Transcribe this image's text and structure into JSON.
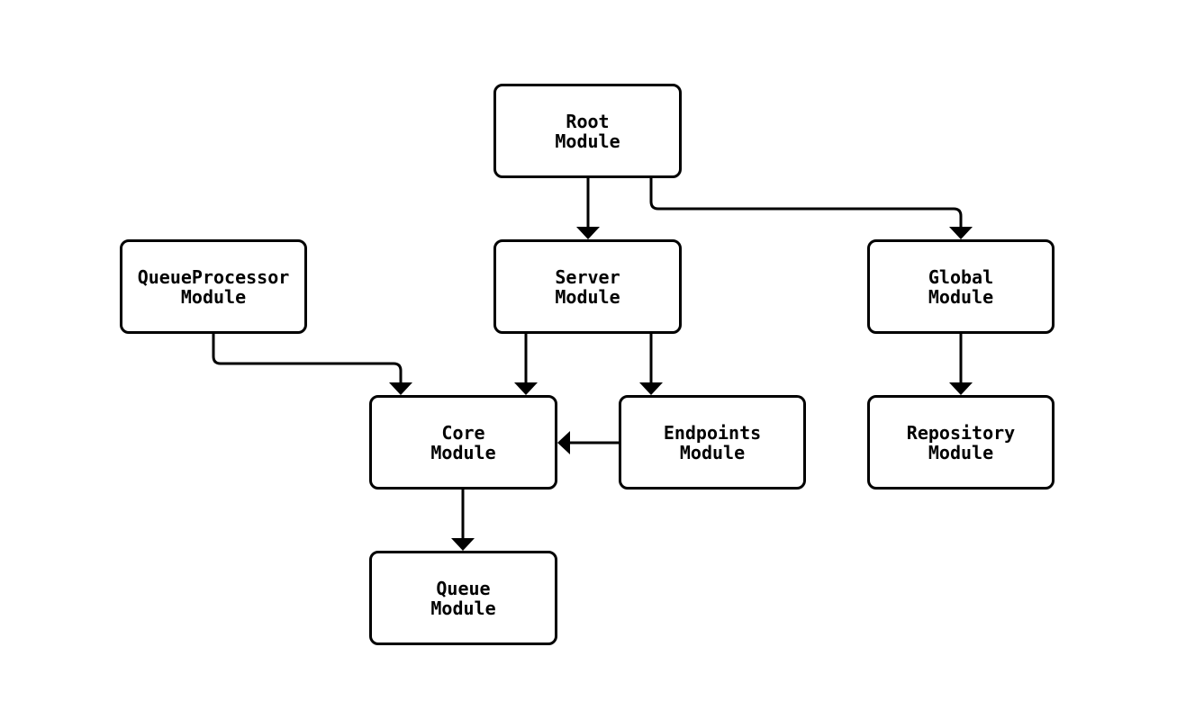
{
  "diagram": {
    "type": "module-dependency-flowchart",
    "colors": {
      "background": "#ffffff",
      "node_fill": "#ffffff",
      "node_border": "#000000",
      "edge": "#000000",
      "text": "#000000"
    },
    "nodes": [
      {
        "id": "root",
        "label": "Root\nModule"
      },
      {
        "id": "queueprocessor",
        "label": "QueueProcessor\nModule"
      },
      {
        "id": "server",
        "label": "Server\nModule"
      },
      {
        "id": "global",
        "label": "Global\nModule"
      },
      {
        "id": "core",
        "label": "Core\nModule"
      },
      {
        "id": "endpoints",
        "label": "Endpoints\nModule"
      },
      {
        "id": "repository",
        "label": "Repository\nModule"
      },
      {
        "id": "queue",
        "label": "Queue\nModule"
      }
    ],
    "edges": [
      {
        "from": "root",
        "to": "server"
      },
      {
        "from": "root",
        "to": "global"
      },
      {
        "from": "queueprocessor",
        "to": "core"
      },
      {
        "from": "server",
        "to": "core"
      },
      {
        "from": "server",
        "to": "endpoints"
      },
      {
        "from": "endpoints",
        "to": "core"
      },
      {
        "from": "core",
        "to": "queue"
      },
      {
        "from": "global",
        "to": "repository"
      }
    ]
  }
}
